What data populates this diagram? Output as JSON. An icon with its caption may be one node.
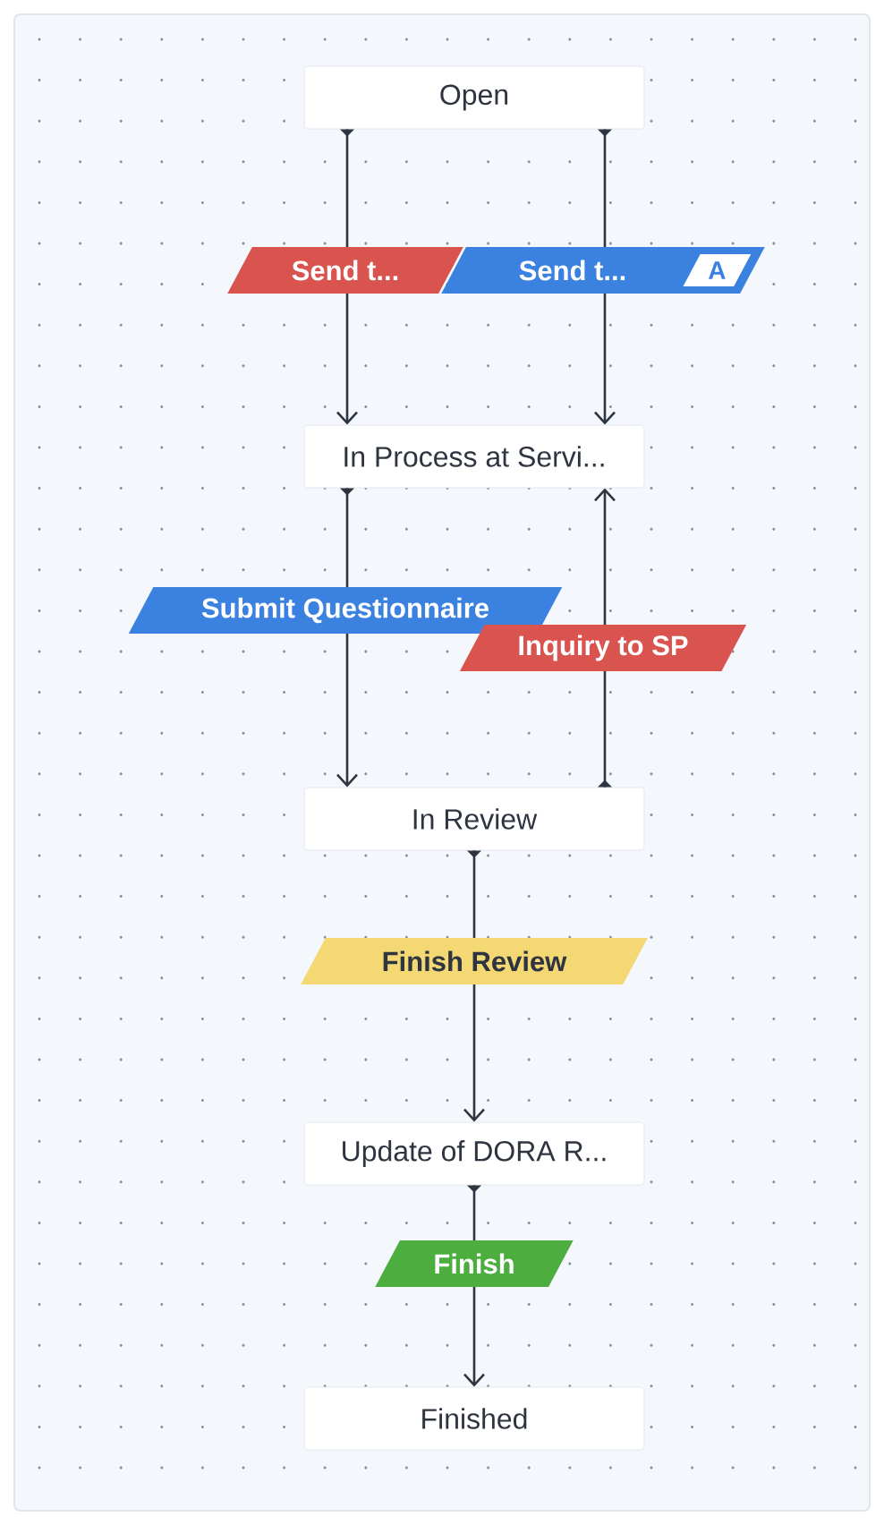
{
  "diagram": {
    "nodes": [
      {
        "text": [
          "Open"
        ]
      },
      {
        "text": [
          "In Process at Servi..."
        ]
      },
      {
        "text": [
          "In Review"
        ]
      },
      {
        "text": [
          "Update of DORA R..."
        ]
      },
      {
        "text": [
          "Finished"
        ]
      }
    ],
    "edges": [
      {
        "from": 0,
        "to": 1,
        "arrow": "to",
        "label": "Send t..."
      },
      {
        "from": 0,
        "to": 1,
        "arrow": "to",
        "label": "Send t..."
      },
      {
        "from": 1,
        "to": 2,
        "arrow": "to",
        "label": "Submit Questionnaire"
      },
      {
        "from": 2,
        "to": 1,
        "arrow": "to",
        "label": "Inquiry to SP"
      },
      {
        "from": 2,
        "to": 3,
        "arrow": "to",
        "label": "Finish Review"
      },
      {
        "from": 3,
        "to": 4,
        "arrow": "to",
        "label": "Finish"
      }
    ],
    "labels": [
      "A"
    ]
  }
}
